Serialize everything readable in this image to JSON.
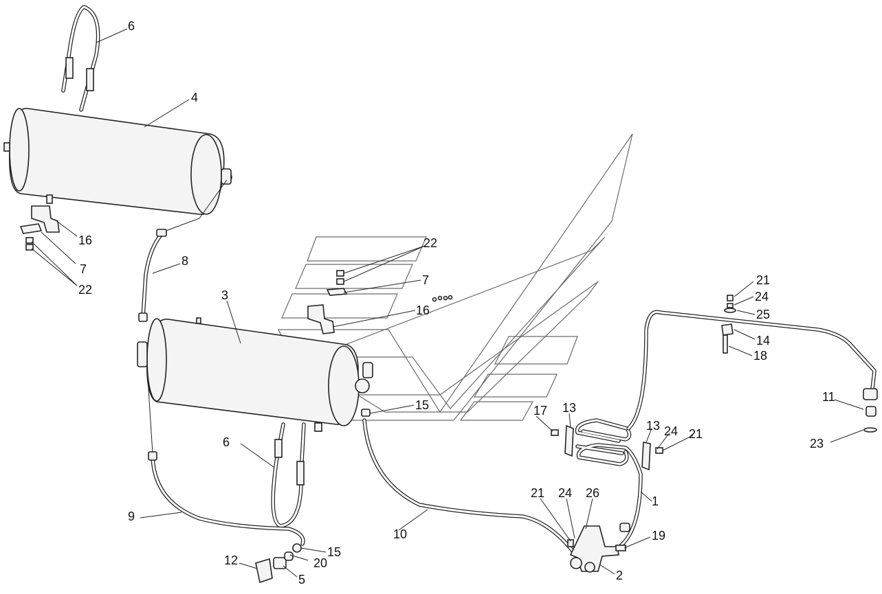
{
  "diagram": {
    "callouts": [
      {
        "id": "c6a",
        "text": "6"
      },
      {
        "id": "c4",
        "text": "4"
      },
      {
        "id": "c16a",
        "text": "16"
      },
      {
        "id": "c7a",
        "text": "7"
      },
      {
        "id": "c22a",
        "text": "22"
      },
      {
        "id": "c8",
        "text": "8"
      },
      {
        "id": "c3",
        "text": "3"
      },
      {
        "id": "c22b",
        "text": "22"
      },
      {
        "id": "c7b",
        "text": "7"
      },
      {
        "id": "c16b",
        "text": "16"
      },
      {
        "id": "c15a",
        "text": "15"
      },
      {
        "id": "c6b",
        "text": "6"
      },
      {
        "id": "c9",
        "text": "9"
      },
      {
        "id": "c10",
        "text": "10"
      },
      {
        "id": "c12",
        "text": "12"
      },
      {
        "id": "c20",
        "text": "20"
      },
      {
        "id": "c15b",
        "text": "15"
      },
      {
        "id": "c5",
        "text": "5"
      },
      {
        "id": "c17",
        "text": "17"
      },
      {
        "id": "c13a",
        "text": "13"
      },
      {
        "id": "c13b",
        "text": "13"
      },
      {
        "id": "c24a",
        "text": "24"
      },
      {
        "id": "c21a",
        "text": "21"
      },
      {
        "id": "c1",
        "text": "1"
      },
      {
        "id": "c21b",
        "text": "21"
      },
      {
        "id": "c24b",
        "text": "24"
      },
      {
        "id": "c26",
        "text": "26"
      },
      {
        "id": "c19",
        "text": "19"
      },
      {
        "id": "c2",
        "text": "2"
      },
      {
        "id": "c21c",
        "text": "21"
      },
      {
        "id": "c24c",
        "text": "24"
      },
      {
        "id": "c25",
        "text": "25"
      },
      {
        "id": "c14",
        "text": "14"
      },
      {
        "id": "c18",
        "text": "18"
      },
      {
        "id": "c11",
        "text": "11"
      },
      {
        "id": "c23",
        "text": "23"
      }
    ]
  }
}
